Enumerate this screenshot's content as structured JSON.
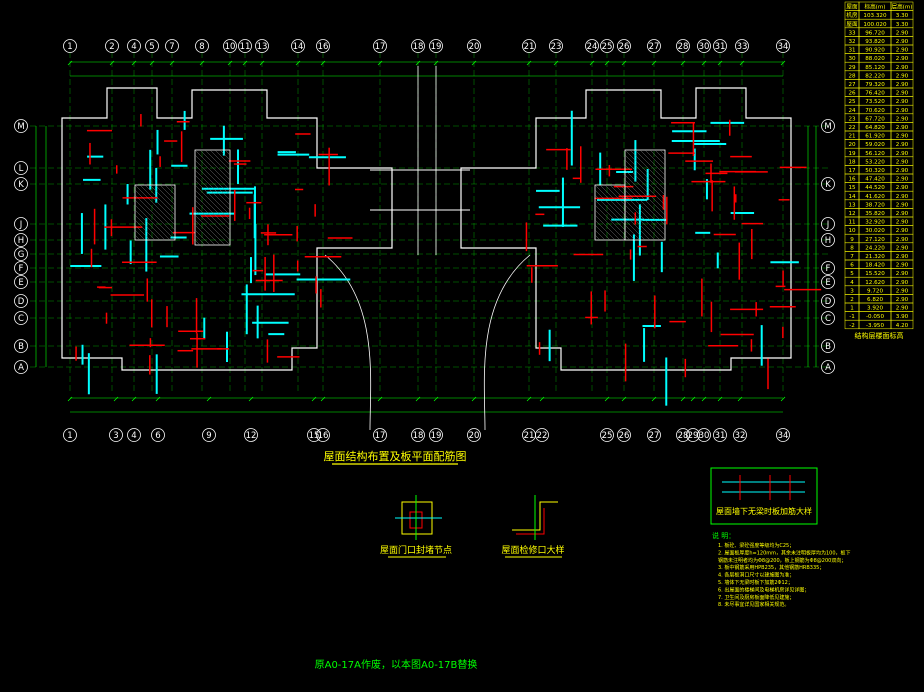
{
  "axes_top": [
    "1",
    "2",
    "4",
    "5",
    "7",
    "8",
    "10",
    "11",
    "13",
    "14",
    "16",
    "17",
    "18",
    "19",
    "20",
    "21",
    "23",
    "24",
    "25",
    "26",
    "27",
    "28",
    "30",
    "31",
    "33",
    "34"
  ],
  "axes_bottom": [
    "1",
    "3",
    "4",
    "6",
    "9",
    "12",
    "15",
    "16",
    "17",
    "18",
    "19",
    "20",
    "21",
    "22",
    "25",
    "26",
    "27",
    "28",
    "29",
    "30",
    "31",
    "32",
    "34"
  ],
  "axes_left": [
    "M",
    "L",
    "K",
    "J",
    "H",
    "G",
    "F",
    "E",
    "D",
    "C",
    "B",
    "A"
  ],
  "axes_right": [
    "M",
    "K",
    "J",
    "H",
    "F",
    "E",
    "D",
    "C",
    "B",
    "A"
  ],
  "plan_title": "屋面结构布置及板平面配筋图",
  "detail1_title": "屋面门口封堵节点",
  "detail2_title": "屋面检修口大样",
  "legend_box_title": "屋面墙下无梁时板加筋大样",
  "bottom_note": "原A0-17A作废，以本图A0-17B替换",
  "notes_title": "说  明：",
  "notes": [
    "1. 板砼、梁砼强度等级均为C25；",
    "2. 屋面板厚度h=120mm，其余未注明板厚均为100，板下",
    "   钢筋未注明者均为Φ8@200，板上钢筋为Φ8@200双向；",
    "3. 板中钢筋采用HPB235，其他钢筋HRB335；",
    "4. 各层板洞口尺寸以建施图为准；",
    "5. 墙体下无梁时板下加筋2Φ12；",
    "6. 出屋面的楼梯间及电梯机房详见详图；",
    "7. 卫生间及厨房板面降低见建施；",
    "8. 未尽事宜详见国家相关规范。"
  ],
  "level_table": {
    "title": "结构层楼面标高、结构层高",
    "header": [
      "屋面",
      "标高(m)",
      "层高(m)"
    ],
    "rows": [
      [
        "机房",
        "103.320",
        "3.30"
      ],
      [
        "屋面",
        "100.020",
        "3.30"
      ],
      [
        "33",
        "96.720",
        "2.90"
      ],
      [
        "32",
        "93.820",
        "2.90"
      ],
      [
        "31",
        "90.920",
        "2.90"
      ],
      [
        "30",
        "88.020",
        "2.90"
      ],
      [
        "29",
        "85.120",
        "2.90"
      ],
      [
        "28",
        "82.220",
        "2.90"
      ],
      [
        "27",
        "79.320",
        "2.90"
      ],
      [
        "26",
        "76.420",
        "2.90"
      ],
      [
        "25",
        "73.520",
        "2.90"
      ],
      [
        "24",
        "70.620",
        "2.90"
      ],
      [
        "23",
        "67.720",
        "2.90"
      ],
      [
        "22",
        "64.820",
        "2.90"
      ],
      [
        "21",
        "61.920",
        "2.90"
      ],
      [
        "20",
        "59.020",
        "2.90"
      ],
      [
        "19",
        "56.120",
        "2.90"
      ],
      [
        "18",
        "53.220",
        "2.90"
      ],
      [
        "17",
        "50.320",
        "2.90"
      ],
      [
        "16",
        "47.420",
        "2.90"
      ],
      [
        "15",
        "44.520",
        "2.90"
      ],
      [
        "14",
        "41.620",
        "2.90"
      ],
      [
        "13",
        "38.720",
        "2.90"
      ],
      [
        "12",
        "35.820",
        "2.90"
      ],
      [
        "11",
        "32.920",
        "2.90"
      ],
      [
        "10",
        "30.020",
        "2.90"
      ],
      [
        "9",
        "27.120",
        "2.90"
      ],
      [
        "8",
        "24.220",
        "2.90"
      ],
      [
        "7",
        "21.320",
        "2.90"
      ],
      [
        "6",
        "18.420",
        "2.90"
      ],
      [
        "5",
        "15.520",
        "2.90"
      ],
      [
        "4",
        "12.620",
        "2.90"
      ],
      [
        "3",
        "9.720",
        "2.90"
      ],
      [
        "2",
        "6.820",
        "2.90"
      ],
      [
        "1",
        "3.920",
        "2.90"
      ],
      [
        "-1",
        "-0.050",
        "3.90"
      ],
      [
        "-2",
        "-3.950",
        "4.20"
      ]
    ],
    "footer": "结构层楼面标高"
  },
  "colors": {
    "background": "#000000",
    "axis": "#00ff00",
    "wall": "#ffffff",
    "beam": "#00ffff",
    "rebar": "#ff0000",
    "text": "#ffff00",
    "dim": "#00ff00"
  }
}
